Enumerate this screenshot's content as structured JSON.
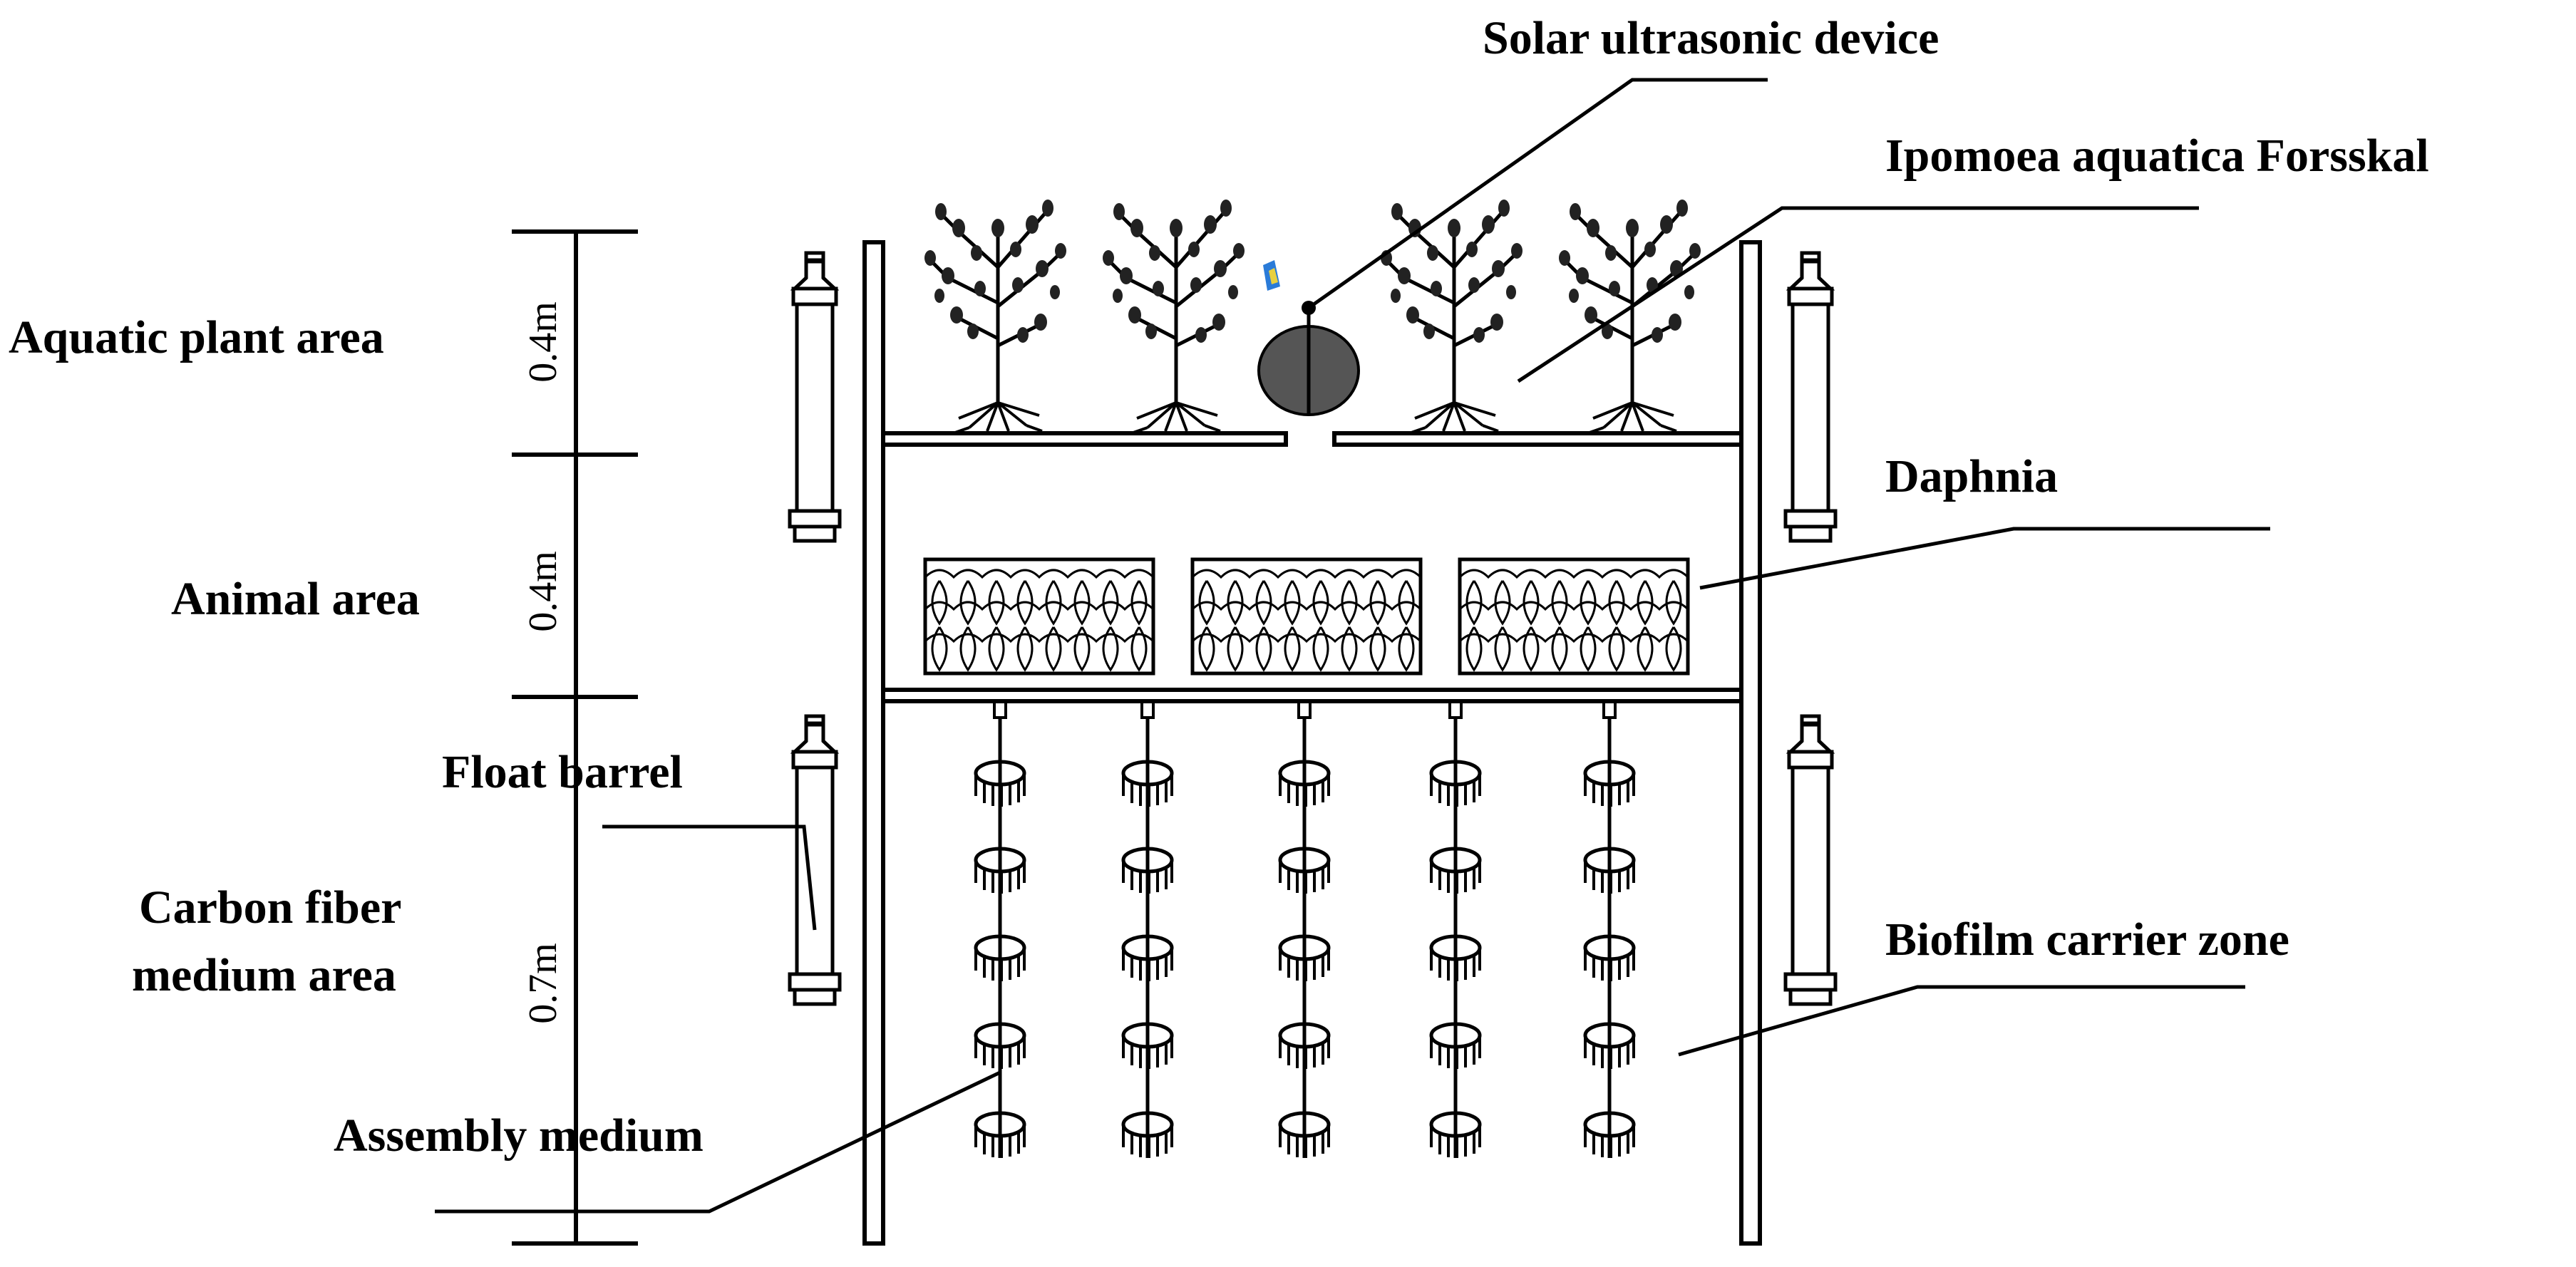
{
  "labels": {
    "solar_device": "Solar ultrasonic device",
    "ipomoea": "Ipomoea aquatica Forsskal",
    "aquatic_plant_area": "Aquatic plant area",
    "daphnia": "Daphnia",
    "animal_area": "Animal area",
    "float_barrel": "Float barrel",
    "carbon_fiber_line1": "Carbon fiber",
    "carbon_fiber_line2": "medium area",
    "biofilm_carrier_zone": "Biofilm carrier zone",
    "assembly_medium": "Assembly medium"
  },
  "dimensions": {
    "top": "0.4m",
    "middle": "0.4m",
    "bottom": "0.7m"
  },
  "colors": {
    "line": "#000000",
    "device_fill": "#555555",
    "accent_blue": "#2a7bd8",
    "accent_yellow": "#e8d040"
  }
}
